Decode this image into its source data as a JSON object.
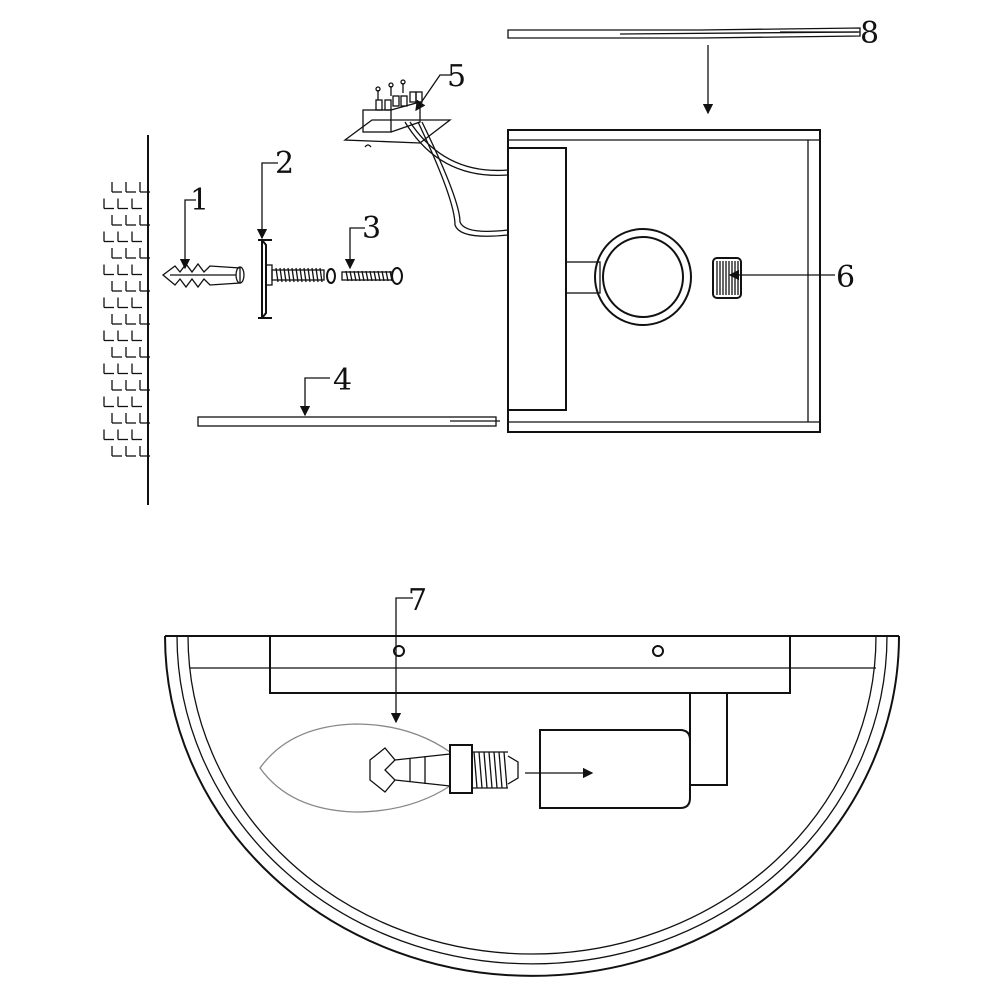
{
  "labels": {
    "wall_plug": "1",
    "bracket": "2",
    "screw": "3",
    "cover_plate": "4",
    "terminal_block": "5",
    "fixing_knob": "6",
    "bulb": "7",
    "top_plate": "8"
  },
  "colors": {
    "line": "#111111",
    "background": "#ffffff"
  }
}
